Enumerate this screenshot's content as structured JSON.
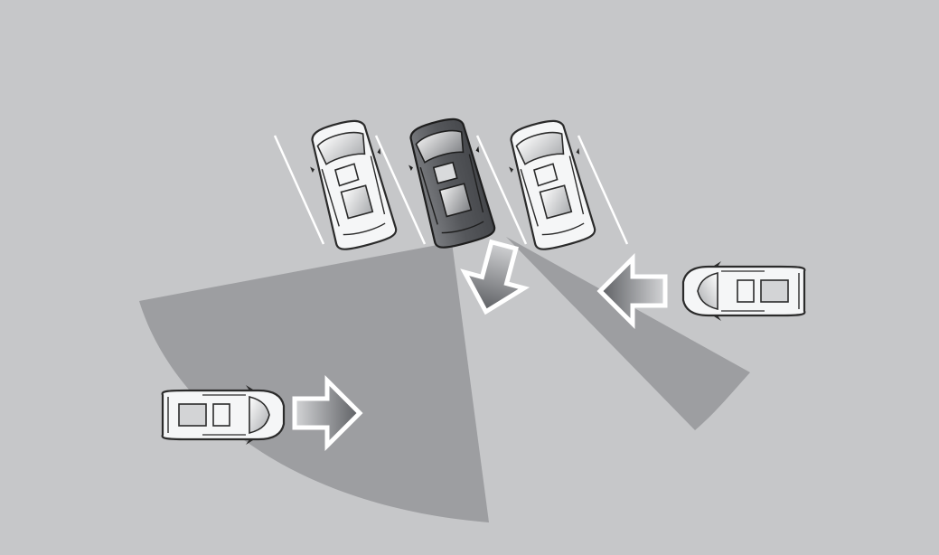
{
  "diagram": {
    "kind": "rear-cross-traffic-alert-illustration",
    "colors": {
      "background": "#c6c7c9",
      "detection_zone": "#9d9ea1",
      "parking_line": "#ffffff",
      "parked_car_body": "#f4f5f6",
      "own_vehicle_body": "#5d5f63",
      "car_outline": "#2b2b2b",
      "arrow_outline": "#ffffff"
    },
    "parking_slots": 3,
    "parked_cars": [
      "left-parked-car",
      "own-vehicle",
      "right-parked-car"
    ],
    "approaching_vehicles": [
      {
        "name": "left-approaching-car",
        "direction": "right"
      },
      {
        "name": "right-approaching-car",
        "direction": "left"
      }
    ],
    "arrows": [
      "reverse-out",
      "approach-from-left",
      "approach-from-right"
    ]
  }
}
